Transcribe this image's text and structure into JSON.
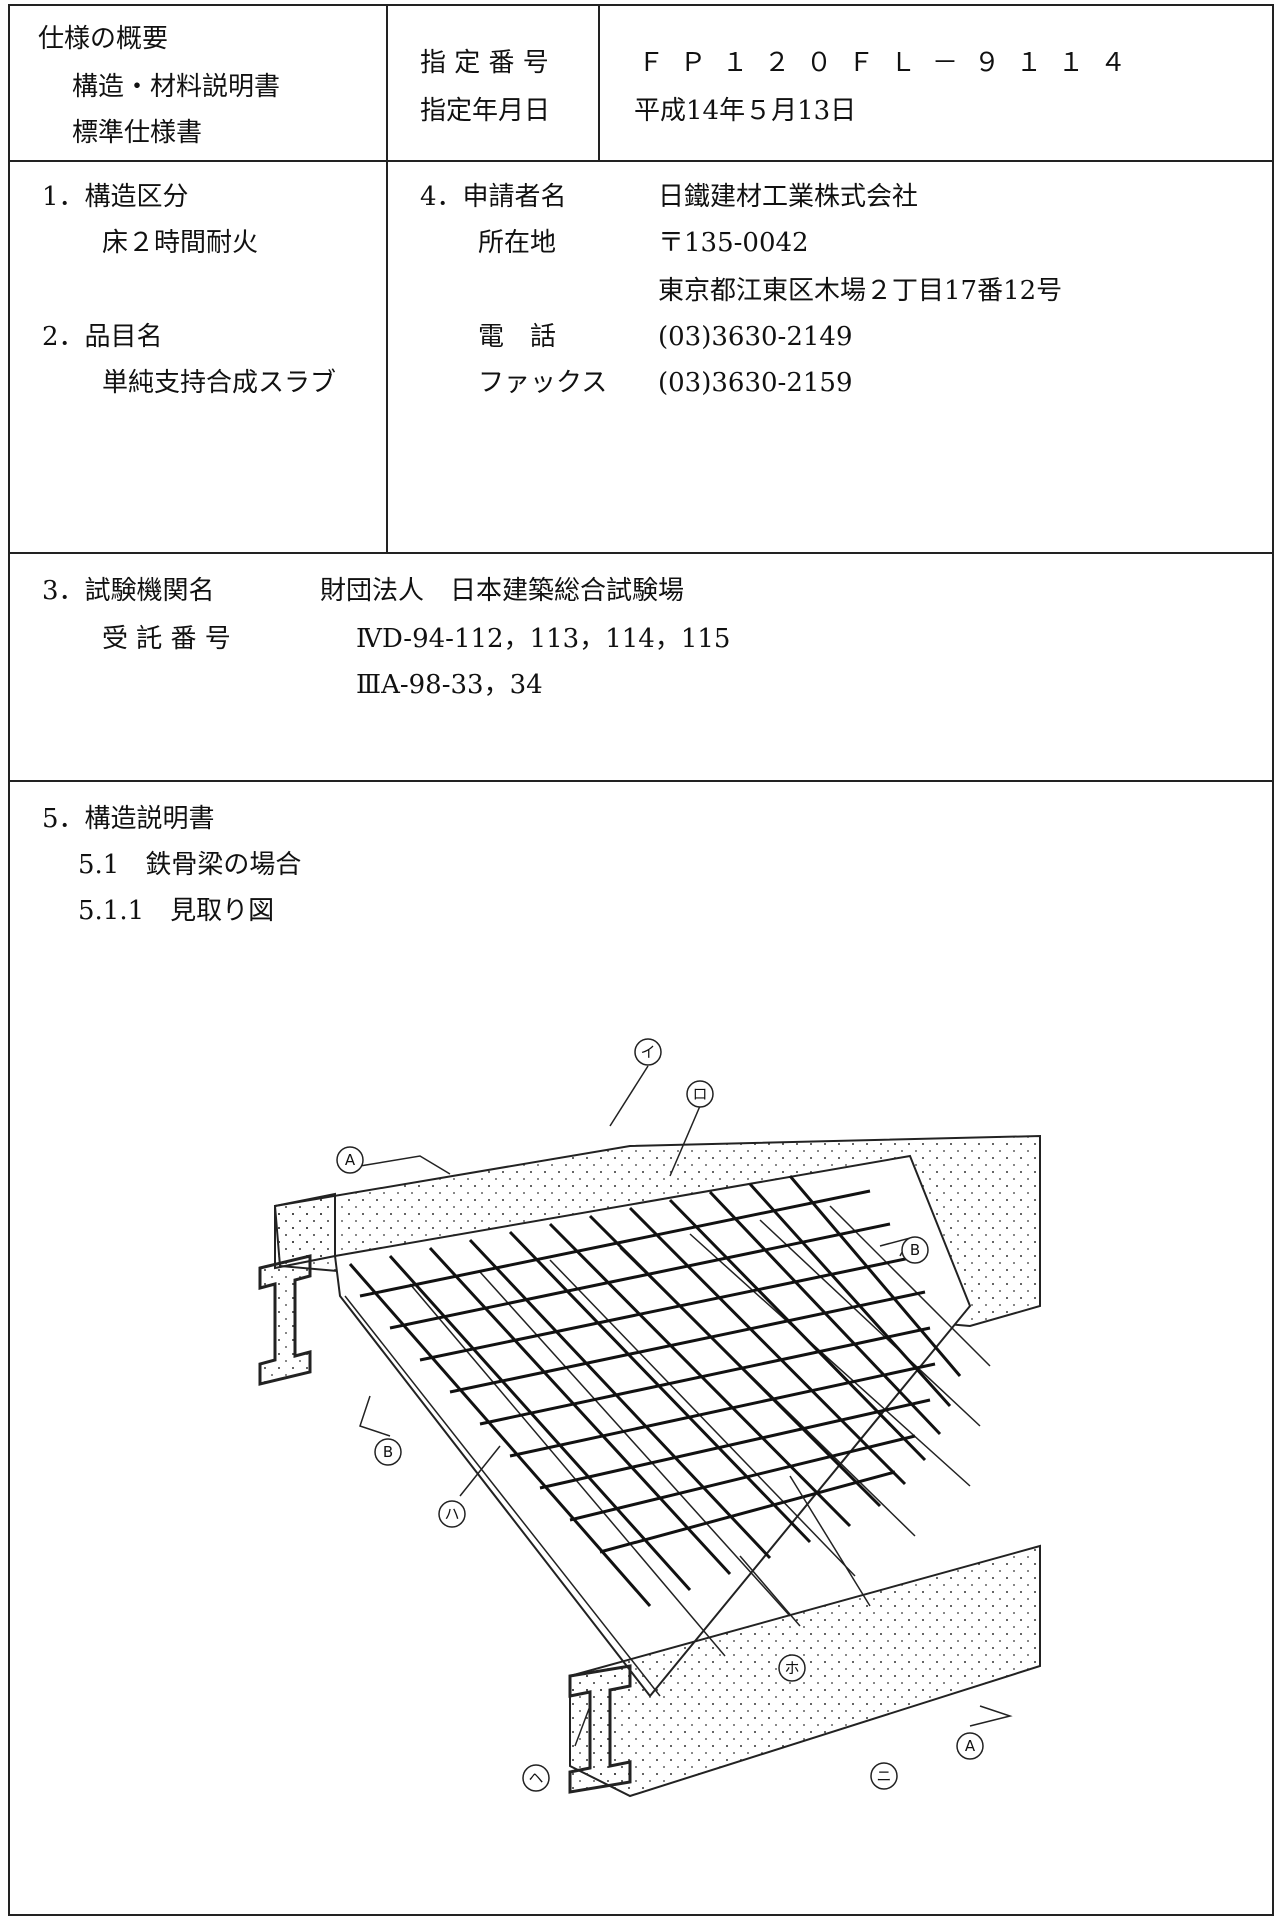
{
  "header": {
    "overview_title": "仕様の概要",
    "overview_item1": "構造・材料説明書",
    "overview_item2": "標準仕様書",
    "designation_number_label": "指 定 番 号",
    "designation_date_label": "指定年月日",
    "designation_number": "ＦＰ１２０ＦＬ－９１１４",
    "designation_date": "平成14年５月13日"
  },
  "section1": {
    "heading": "1．構造区分",
    "value": "床２時間耐火"
  },
  "section2": {
    "heading": "2．品目名",
    "value": "単純支持合成スラブ"
  },
  "section4": {
    "heading": "4．申請者名",
    "applicant": "日鐵建材工業株式会社",
    "address_label": "所在地",
    "postal": "〒135-0042",
    "address": "東京都江東区木場２丁目17番12号",
    "phone_label": "電　話",
    "phone": "(03)3630-2149",
    "fax_label": "ファックス",
    "fax": "(03)3630-2159"
  },
  "section3": {
    "heading": "3．試験機関名",
    "institution": "財団法人　日本建築総合試験場",
    "receipt_label": "受 託 番 号",
    "receipt1": "ⅣD-94-112，113，114，115",
    "receipt2": "ⅢA-98-33，34"
  },
  "section5": {
    "heading": "5．構造説明書",
    "sub1": "5.1　鉄骨梁の場合",
    "sub2": "5.1.1　見取り図"
  },
  "figure_labels": {
    "i": "イ",
    "ro": "ロ",
    "ha": "ハ",
    "ni": "ニ",
    "ho": "ホ",
    "he": "ヘ",
    "a": "A",
    "b": "B"
  }
}
